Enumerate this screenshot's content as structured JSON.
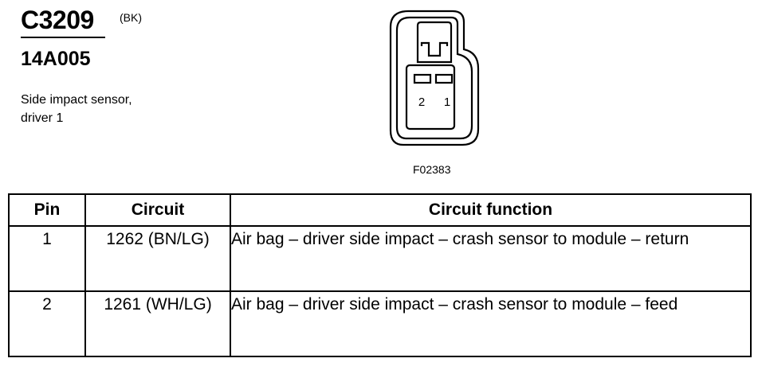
{
  "header": {
    "connector_id": "C3209",
    "connector_color": "(BK)",
    "part_number": "14A005",
    "description_lines": [
      "Side impact sensor,",
      "driver 1"
    ]
  },
  "figure": {
    "pin_labels": [
      "2",
      "1"
    ],
    "code": "F02383"
  },
  "table": {
    "headers": {
      "pin": "Pin",
      "circuit": "Circuit",
      "function": "Circuit function"
    },
    "rows": [
      {
        "pin": "1",
        "circuit": "1262 (BN/LG)",
        "function": "Air bag – driver side impact – crash sensor to module – return"
      },
      {
        "pin": "2",
        "circuit": "1261 (WH/LG)",
        "function": "Air bag – driver side impact – crash sensor to module – feed"
      }
    ]
  }
}
